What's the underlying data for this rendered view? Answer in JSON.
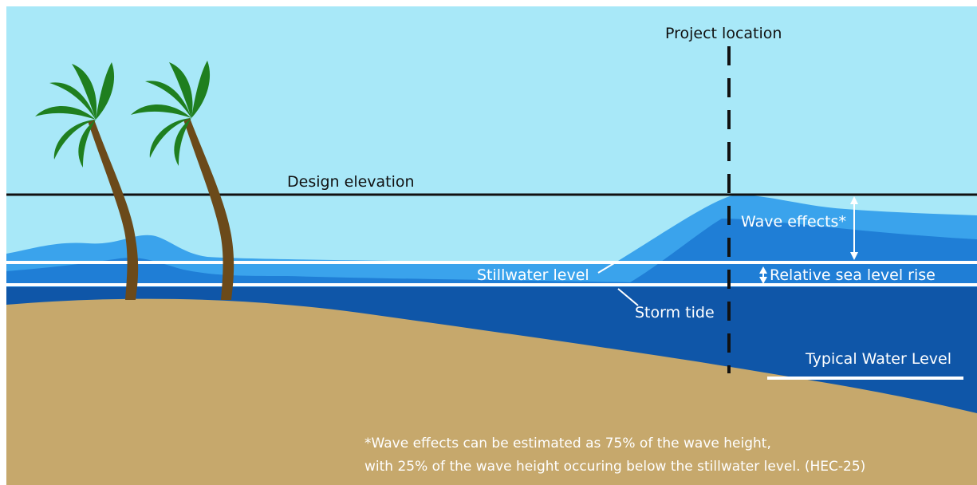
{
  "labels": {
    "project_location": "Project location",
    "design_elevation": "Design elevation",
    "wave_effects": "Wave effects*",
    "stillwater_level": "Stillwater level",
    "relative_sea_level_rise": "Relative sea level rise",
    "storm_tide": "Storm tide",
    "typical_water_level": "Typical Water Level"
  },
  "footnote": {
    "line1": "*Wave effects can be estimated as 75% of the wave height,",
    "line2": "with 25% of the wave height occuring below the stillwater level. (HEC-25)"
  },
  "colors": {
    "sky": "#a8e8f8",
    "wave_light": "#3aa3ec",
    "wave_mid": "#1f7ed6",
    "deep_water": "#0f56a8",
    "sand": "#c6a86c",
    "palm_trunk": "#6b4a1a",
    "palm_leaf": "#1f7f1f",
    "line_black": "#111111",
    "line_white": "#ffffff"
  }
}
